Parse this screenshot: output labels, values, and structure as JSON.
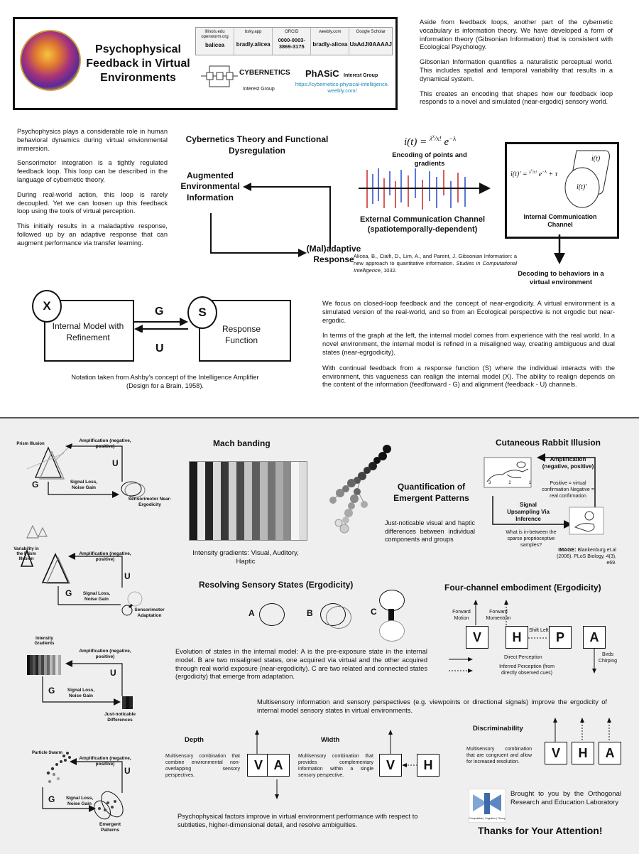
{
  "header": {
    "title": "Psychophysical Feedback in Virtual Environments",
    "ids": [
      {
        "site": "illinois.edu openworm.org",
        "handle": "balicea"
      },
      {
        "site": "bsky.app",
        "handle": "bradly.alicea"
      },
      {
        "site": "ORCID",
        "handle": "0000-0003-3869-3175"
      },
      {
        "site": "weebly.com",
        "handle": "bradly-alicea"
      },
      {
        "site": "Google Scholar",
        "handle": "UaAdJi0AAAAJ"
      }
    ],
    "cybernetics_label": "CYBERNETICS",
    "cybernetics_sub": "Interest Group",
    "phasic_label": "PhASiC",
    "phasic_sub": "Interest Group",
    "phasic_link": "https://cybernetics-physical-intelligence.weebly.com/"
  },
  "intro_right": [
    "Aside from feedback loops, another part of the cybernetic vocabulary is information theory. We have developed a form of information theory (Gibsonian Information) that is consistent with Ecological Psychology.",
    "Gibsonian Information quantifies a naturalistic perceptual world. This includes spatial and temporal variability that results in a dynamical system.",
    "This creates an encoding that shapes how our feedback loop responds to a novel and simulated (near-ergodic) sensory world."
  ],
  "intro_left": [
    "Psychophysics plays a considerable role in human behavioral dynamics during virtual envionmental immersion.",
    "Sensorimotor integration is a tightly regulated feedback loop. This loop can be described in the language of cybernetic theory.",
    "During real-world action, this loop is rarely decoupled. Yet we can loosen up this feedback loop using the tools of virtual perception.",
    "This initially results in a maladaptive response, followed up by an adaptive response that can augment performance via transfer learning."
  ],
  "cyber_diagram": {
    "title": "Cybernetics Theory and Functional Dysregulation",
    "augmented": "Augmented Environmental Information",
    "response": "(Mal)adaptive Response"
  },
  "info_diagram": {
    "formula": "i(t) = λˣ/x! e⁻λ",
    "encoding": "Encoding of points and gradients",
    "external": "External Communication Channel (spatiotemporally-dependent)",
    "internal_formula": "i(t)' = λˣ/x! e⁻λ + τ",
    "it_label": "i(t)",
    "itp_label": "i(t)'",
    "internal": "Internal Communication Channel",
    "decoding": "Decoding to behaviors in a virtual environment",
    "citation": "Alicea, B., Cialfi, D., Lim, A., and Parent, J. Gibsonian Information: a new approach to quantitative information.",
    "citation_journal": "Studies in Computational Intelligence",
    "citation_page": ", 1032."
  },
  "ashby": {
    "x": "X",
    "s": "S",
    "g": "G",
    "u": "U",
    "model": "Internal Model with Refinement",
    "response": "Response Function",
    "note": "Notation taken from Ashby's concept of the Intelligence Amplifier (Design for a Brain, 1958)."
  },
  "ergodicity_text": [
    "We focus on closed-loop feedback and the concept of near-ergodicity. A virtual environment is a simulated version of the real-world, and so from an Ecological perspective is not ergodic but near-ergodic.",
    "In terms of the graph at the left, the internal model comes from experience with the real world. In a novel environment, the internal model is refined in a misaligned way, creating ambiguous and dual states (near-egrgodicity).",
    "With continual feedback from a response function (S) where the individual interacts with the environment, this vagueness can realign the internal model (X). The ability to realign depends on the content of the information (feedforward - G) and alignment (feedback - U) channels."
  ],
  "loops": [
    {
      "title": "Prism Illusion",
      "amp": "Amplification (negative, positive)",
      "u": "U",
      "g": "G",
      "sig": "Signal Loss, Noise Gain",
      "end": "Sensorimotor Near-Ergodicity"
    },
    {
      "title": "Variability in the Prism Illusion",
      "amp": "Amplification (negative, positive)",
      "u": "U",
      "g": "G",
      "sig": "Signal Loss, Noise Gain",
      "end": "Sensorimotor Adaptation"
    },
    {
      "title": "Intensity Gradients",
      "amp": "Amplification (negative, positive)",
      "u": "U",
      "g": "G",
      "sig": "Signal Loss, Noise Gain",
      "end": "Just-noticable Differences"
    },
    {
      "title": "Particle Swarm",
      "amp": "Amplification (negative, positive)",
      "u": "U",
      "g": "G",
      "sig": "Signal Loss, Noise Gain",
      "end": "Emergent Patterns"
    }
  ],
  "mach": {
    "title": "Mach banding",
    "caption": "Intensity gradients: Visual, Auditory, Haptic",
    "bands": [
      "#1a1a1a",
      "#e8e8e8",
      "#262626",
      "#dadada",
      "#383838",
      "#cfcfcf",
      "#4a4a4a",
      "#c4c4c4",
      "#5e5e5e",
      "#b8b8b8",
      "#747474",
      "#ababab",
      "#8c8c8c",
      "#f4f4f4",
      "#dddddd"
    ]
  },
  "emergent": {
    "title": "Quantification of Emergent Patterns",
    "text": "Just-noticable visual and haptic differences between individual components and groups"
  },
  "rabbit": {
    "title": "Cutaneous Rabbit Illusion",
    "amp": "Amplification (negative, positive)",
    "conf": "Positive = virtual confirmation Negative = real confirmation",
    "signal": "Signal Upsampling Via Inference",
    "question": "What is in-between the sparse proprioceptive samples?",
    "ticks": [
      "3",
      "2",
      "1"
    ],
    "image_label": "IMAGE:",
    "image_cite": " Blankenburg et.al (2006). PLoS Biology, 4(3), e69."
  },
  "resolving": {
    "title": "Resolving Sensory States (Ergodicity)",
    "a": "A",
    "b": "B",
    "c": "C",
    "text": "Evolution of states in the internal model: A is the pre-exposure state in the internal model. B are two misaligned states, one acquired via virtual and the other acquired through real world exposure (near-ergodicity). C are two related and connected states (ergodicity) that emerge from adaptation."
  },
  "four_channel": {
    "title": "Four-channel embodiment (Ergodicity)",
    "v": "V",
    "h": "H",
    "p": "P",
    "a": "A",
    "fwd_motion": "Forward Motion",
    "fwd_momentum": "Forward Momentum",
    "shift": "Shift Left",
    "birds": "Birds Chirping",
    "direct": "Direct Perception",
    "inferred": "Inferred Perception (from directly observed cues)"
  },
  "multisensory": "Multisensory information and sensory perspectives (e.g. viewpoints or directional signals) improve the ergodicity of internal model sensory states in virtual environments.",
  "depth": {
    "title": "Depth",
    "text": "Multisensory combination that combine environmental non-overlapping sensory perspectives.",
    "v": "V",
    "a": "A"
  },
  "width": {
    "title": "Width",
    "text": "Multisensory combination that provides complementary information within a single sensory perspective.",
    "v": "V",
    "h": "H"
  },
  "discrim": {
    "title": "Discriminability",
    "text": "Multisensory combination that are congruent and allow for increased resolution.",
    "v": "V",
    "h": "H",
    "a": "A"
  },
  "factors": "Psychophysical factors improve in virtual environment performance with respect to subtleties, higher-dimensional detail, and resolve ambiguities.",
  "footer": {
    "brought": "Brought to you by the Orthogonal Research and Education Laboratory",
    "logo_caption": "Computation | Cognition | Theory",
    "thanks": "Thanks for Your Attention!"
  }
}
